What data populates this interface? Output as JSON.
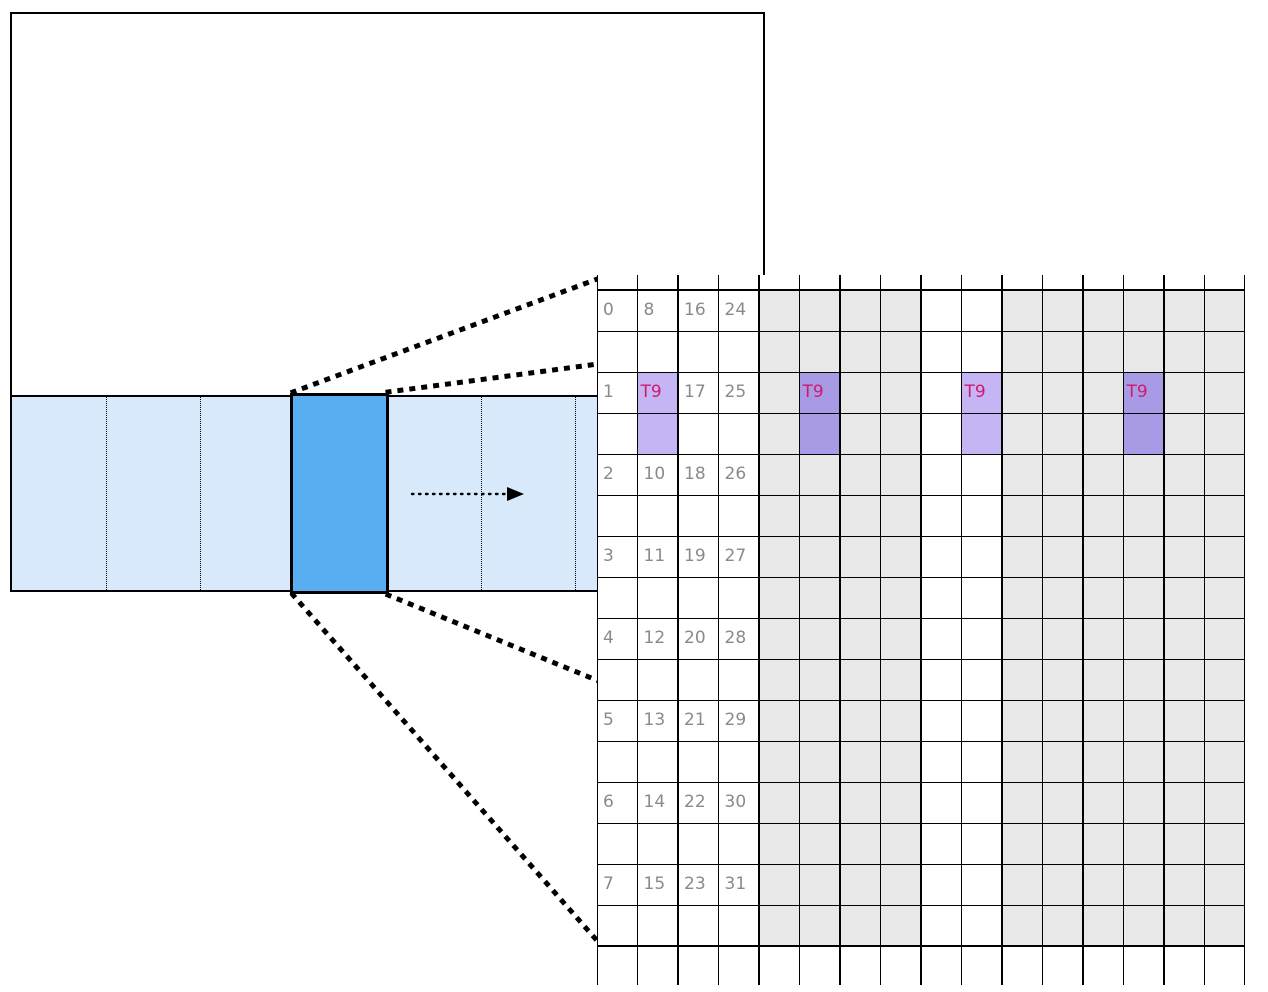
{
  "diagram": {
    "description": "Linear memory strip with one highlighted burst section zoomed into a grid of 32 numbered elements; thread T9 accesses elements with a stride of 4 columns",
    "colors": {
      "background": "#ffffff",
      "line_color": "#000000",
      "strip_fill": "#d8e9fb",
      "block_fill": "#58aef0",
      "gray_cell": "#e8e8e8",
      "thread_cell_on_white": "#c6b5f5",
      "thread_cell_on_gray": "#a89ae4",
      "thread_label_color": "#d01a6e",
      "number_color": "#8a8a8a"
    },
    "memory_strip": {
      "num_sections": 8,
      "highlighted_section_index": 3,
      "arrow": {
        "direction": "right",
        "style": "dotted"
      }
    },
    "grid": {
      "columns": 16,
      "rows": 8,
      "gray_columns": [
        5,
        6,
        7,
        8,
        11,
        12,
        13,
        14,
        15,
        16
      ],
      "cell_numbers": [
        [
          "0",
          "8",
          "16",
          "24"
        ],
        [
          "1",
          "",
          "17",
          "25"
        ],
        [
          "2",
          "10",
          "18",
          "26"
        ],
        [
          "3",
          "11",
          "19",
          "27"
        ],
        [
          "4",
          "12",
          "20",
          "28"
        ],
        [
          "5",
          "13",
          "21",
          "29"
        ],
        [
          "6",
          "14",
          "22",
          "30"
        ],
        [
          "7",
          "15",
          "23",
          "31"
        ]
      ],
      "thread_cells": [
        {
          "row": 1,
          "col": 2,
          "label": "T9"
        },
        {
          "row": 1,
          "col": 6,
          "label": "T9"
        },
        {
          "row": 1,
          "col": 10,
          "label": "T9"
        },
        {
          "row": 1,
          "col": 14,
          "label": "T9"
        }
      ]
    }
  }
}
